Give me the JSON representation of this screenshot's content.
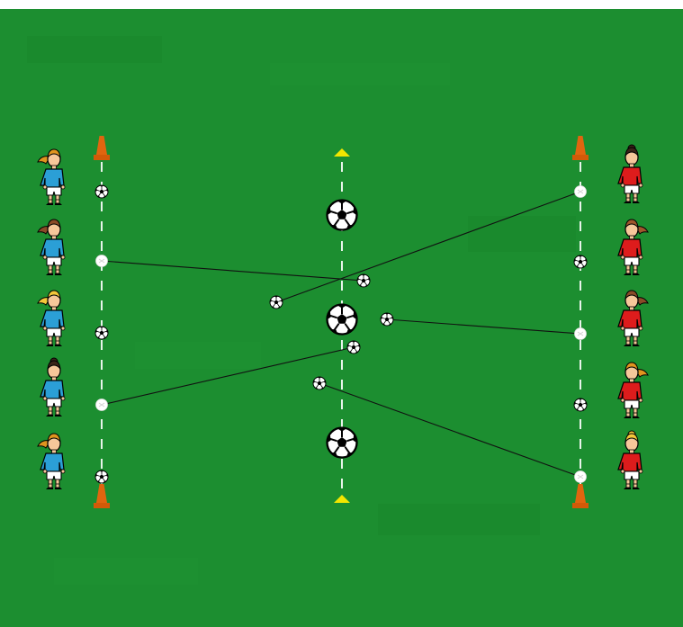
{
  "colors": {
    "pitch": "#1c8e30",
    "pitch_stripe": "#1a8a2e",
    "line": "#ffffff",
    "pass_line": "#111111",
    "cone": "#e0650f",
    "cone_base": "#d25a08",
    "marker_yellow": "#f2e600",
    "team_left_shirt": "#2b9fd6",
    "team_right_shirt": "#dd1c1c",
    "shorts": "#ffffff",
    "skin": "#f6c79a"
  },
  "players_left": [
    {
      "hair": "#e0951f",
      "style": "ponytail"
    },
    {
      "hair": "#8a4b28",
      "style": "ponytail"
    },
    {
      "hair": "#f3c83a",
      "style": "ponytail"
    },
    {
      "hair": "#3a2418",
      "style": "bun"
    },
    {
      "hair": "#e0951f",
      "style": "ponytail"
    }
  ],
  "players_right": [
    {
      "hair": "#3a2418",
      "style": "bun"
    },
    {
      "hair": "#a0562c",
      "style": "ponytail"
    },
    {
      "hair": "#8a4b28",
      "style": "ponytail"
    },
    {
      "hair": "#e0951f",
      "style": "ponytail"
    },
    {
      "hair": "#f3c83a",
      "style": "bun"
    }
  ],
  "icons": {
    "cone": "cone-icon",
    "marker": "marker-triangle-icon",
    "ball": "soccer-ball-icon",
    "spot": "spot-marker-icon",
    "player": "player-icon"
  }
}
